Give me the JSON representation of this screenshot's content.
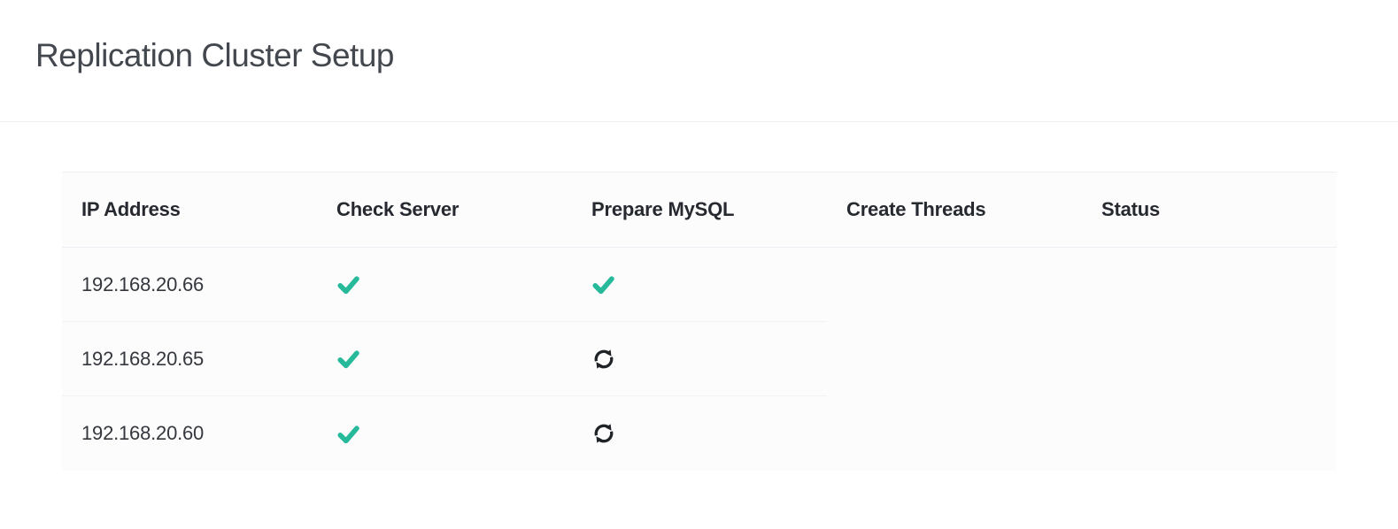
{
  "page": {
    "title": "Replication Cluster Setup"
  },
  "table": {
    "columns": [
      {
        "id": "ip",
        "label": "IP Address"
      },
      {
        "id": "check_server",
        "label": "Check Server"
      },
      {
        "id": "prepare_mysql",
        "label": "Prepare MySQL"
      },
      {
        "id": "create_threads",
        "label": "Create Threads"
      },
      {
        "id": "status",
        "label": "Status"
      }
    ],
    "rows": [
      {
        "ip": "192.168.20.66",
        "check_server": "done",
        "prepare_mysql": "done",
        "create_threads": "",
        "status": ""
      },
      {
        "ip": "192.168.20.65",
        "check_server": "done",
        "prepare_mysql": "running",
        "create_threads": "",
        "status": ""
      },
      {
        "ip": "192.168.20.60",
        "check_server": "done",
        "prepare_mysql": "running",
        "create_threads": "",
        "status": ""
      }
    ]
  },
  "icons": {
    "done": "check-icon",
    "running": "sync-icon"
  },
  "colors": {
    "success": "#26b99a",
    "icon_dark": "#1f2226"
  }
}
